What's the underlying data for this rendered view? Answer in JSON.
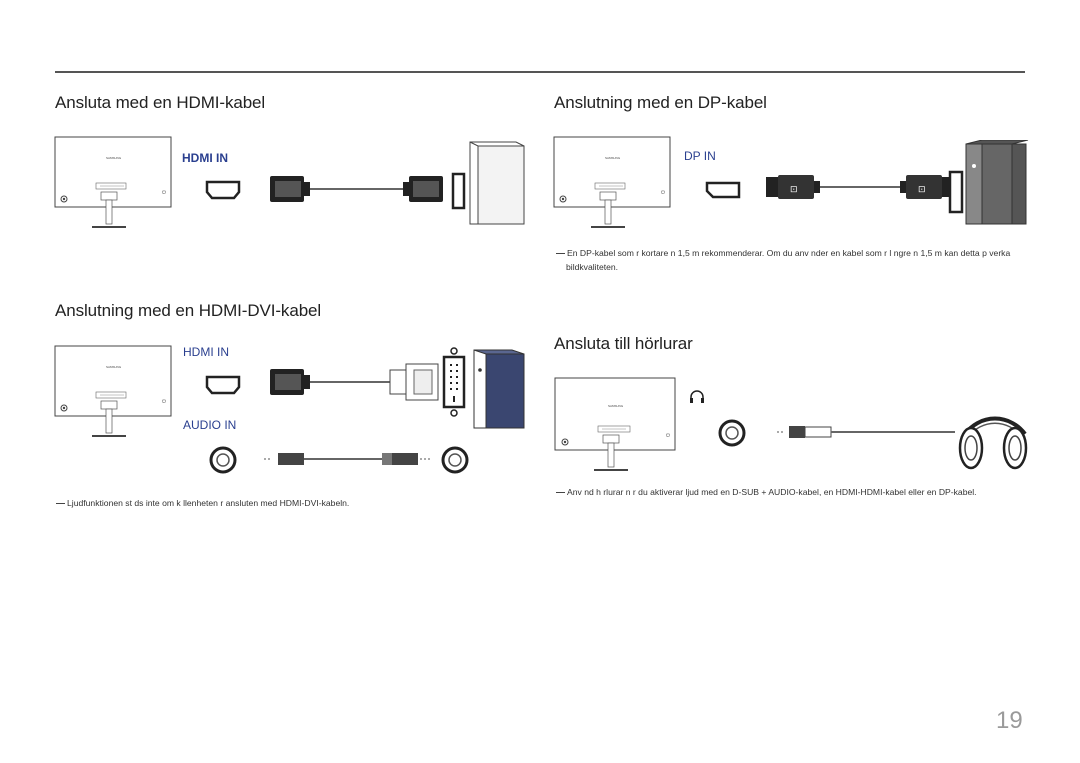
{
  "sections": {
    "hdmi": {
      "title": "Ansluta med en HDMI-kabel",
      "port_label": "HDMI IN"
    },
    "dp": {
      "title": "Anslutning med en DP-kabel",
      "port_label": "DP IN",
      "note_line1": "En DP-kabel som  r kortare  n 1,5 m rekommenderar. Om du anv nder en kabel som  r l ngre  n 1,5 m kan detta p verka",
      "note_line2": "bildkvaliteten."
    },
    "hdmi_dvi": {
      "title": "Anslutning med en HDMI-DVI-kabel",
      "port_label_hdmi": "HDMI IN",
      "port_label_audio": "AUDIO IN",
      "note": "Ljudfunktionen st ds inte om k llenheten  r ansluten med HDMI-DVI-kabeln."
    },
    "headphones": {
      "title": "Ansluta till hörlurar",
      "note": "Anv nd h rlurar n r du aktiverar ljud med en D-SUB + AUDIO-kabel, en HDMI-HDMI-kabel eller en DP-kabel."
    }
  },
  "monitor_brand": "SAMSUNG",
  "page_number": "19",
  "colors": {
    "port_label": "#2a3f8f",
    "rule": "#555555",
    "page_number": "#9a9a9a"
  }
}
